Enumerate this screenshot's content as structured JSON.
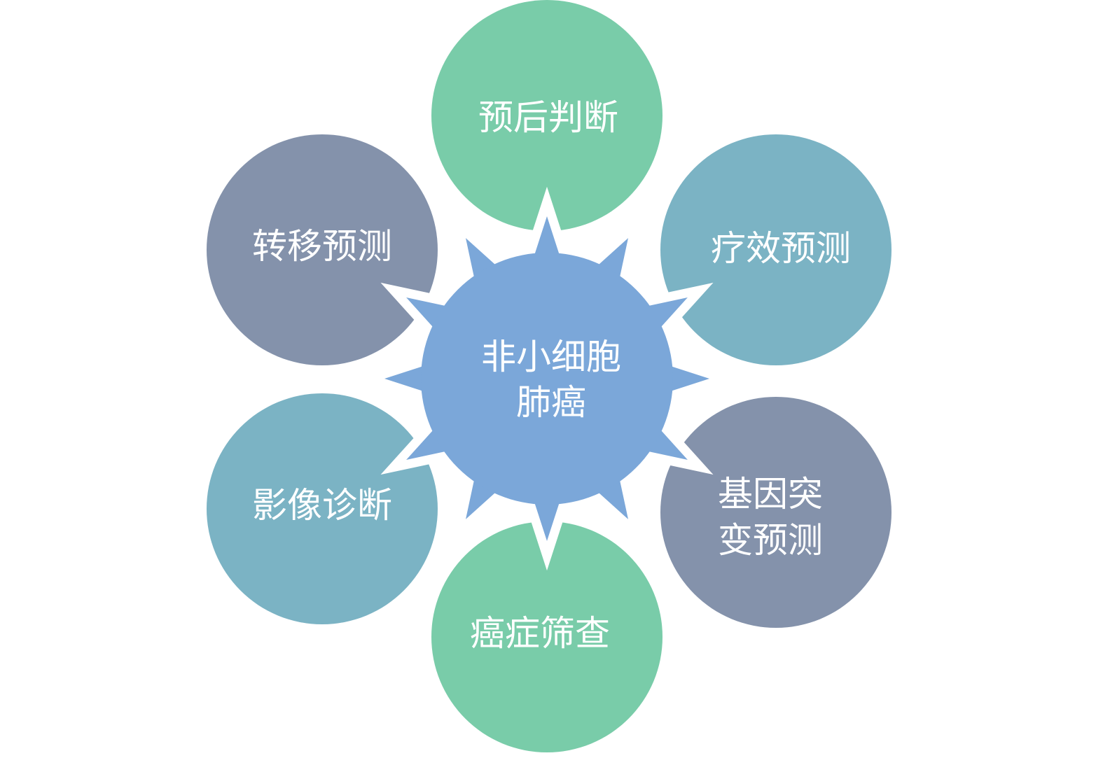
{
  "center": {
    "label_lines": [
      "非小细胞",
      "肺癌"
    ],
    "color": "#7BA7D9"
  },
  "nodes": [
    {
      "id": "top",
      "label_lines": [
        "预后判断"
      ],
      "color": "#79CCA9"
    },
    {
      "id": "upper-right",
      "label_lines": [
        "疗效预测"
      ],
      "color": "#7BB3C4"
    },
    {
      "id": "lower-right",
      "label_lines": [
        "基因突",
        "变预测"
      ],
      "color": "#8492AB"
    },
    {
      "id": "bottom",
      "label_lines": [
        "癌症筛查"
      ],
      "color": "#79CCA9"
    },
    {
      "id": "lower-left",
      "label_lines": [
        "影像诊断"
      ],
      "color": "#7BB3C4"
    },
    {
      "id": "upper-left",
      "label_lines": [
        "转移预测"
      ],
      "color": "#8492AB"
    }
  ]
}
